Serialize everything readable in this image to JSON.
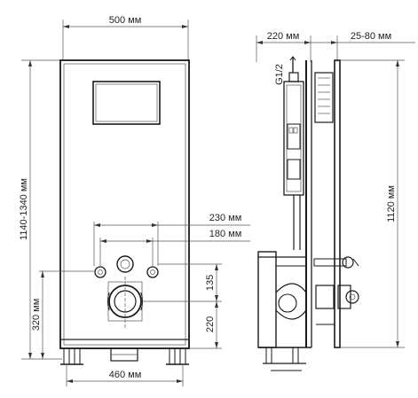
{
  "front_view": {
    "width_total": "500 мм",
    "height_range": "1140-1340 мм",
    "pipe_spacing_outer": "230 мм",
    "pipe_spacing_inner": "180 мм",
    "outlet_height": "320 мм",
    "inlet_offset": "135",
    "outlet_offset": "220",
    "foot_spacing": "460 мм"
  },
  "side_view": {
    "depth": "220 мм",
    "wall_range": "25-80 мм",
    "thread_label": "G1/2",
    "frame_height": "1120 мм"
  }
}
